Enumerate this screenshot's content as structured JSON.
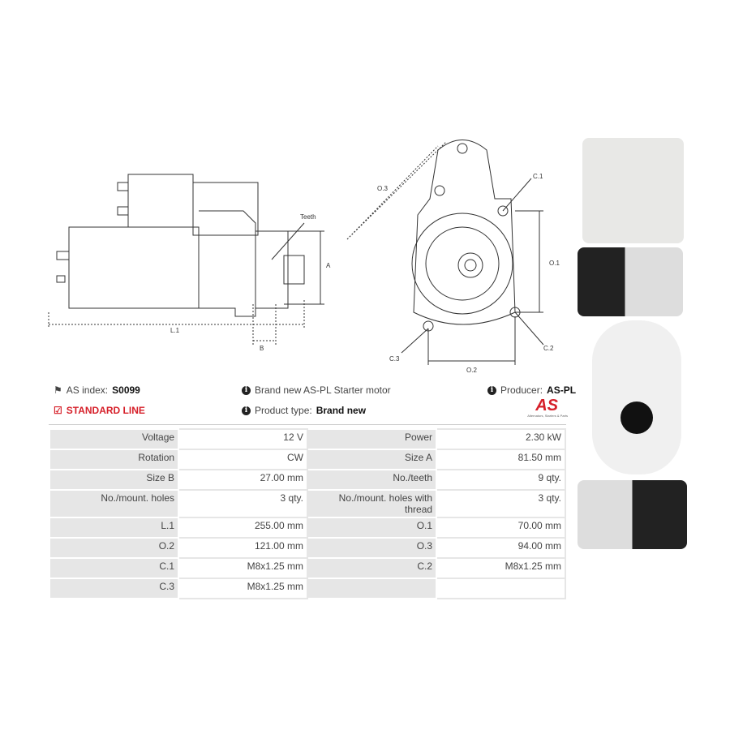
{
  "drawing_labels": {
    "teeth": "Teeth",
    "a": "A",
    "b": "B",
    "l1": "L.1",
    "o1": "O.1",
    "o2": "O.2",
    "o3": "O.3",
    "c1": "C.1",
    "c2": "C.2",
    "c3": "C.3"
  },
  "info": {
    "as_index_label": "AS index:",
    "as_index_value": "S0099",
    "line": "STANDARD LINE",
    "description": "Brand new AS-PL Starter motor",
    "product_type_label": "Product type:",
    "product_type_value": "Brand new",
    "producer_label": "Producer:",
    "producer_value": "AS-PL",
    "logo_text": "AS",
    "logo_tagline": "Alternators, Starters & Parts"
  },
  "specs": [
    [
      "Voltage",
      "12 V",
      "Power",
      "2.30 kW"
    ],
    [
      "Rotation",
      "CW",
      "Size A",
      "81.50 mm"
    ],
    [
      "Size B",
      "27.00 mm",
      "No./teeth",
      "9 qty."
    ],
    [
      "No./mount. holes",
      "3 qty.",
      "No./mount. holes with thread",
      "3 qty."
    ],
    [
      "L.1",
      "255.00 mm",
      "O.1",
      "70.00 mm"
    ],
    [
      "O.2",
      "121.00 mm",
      "O.3",
      "94.00 mm"
    ],
    [
      "C.1",
      "M8x1.25 mm",
      "C.2",
      "M8x1.25 mm"
    ],
    [
      "C.3",
      "M8x1.25 mm",
      "",
      ""
    ]
  ],
  "colors": {
    "accent": "#d6202a"
  }
}
